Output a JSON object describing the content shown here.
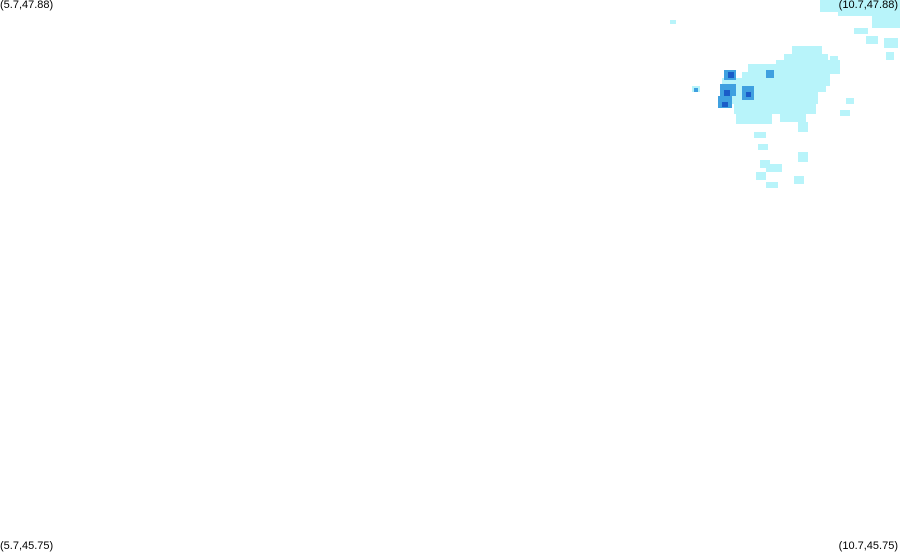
{
  "map": {
    "corners": {
      "top_left": "(5.7,47.88)",
      "top_right": "(10.7,47.88)",
      "bottom_left": "(5.7,45.75)",
      "bottom_right": "(10.7,45.75)"
    },
    "colors": {
      "background": "#ffffff",
      "precip_light": "#b8f4fa",
      "precip_moderate": "#3fa0e0",
      "precip_heavy": "#1a5cc8"
    }
  }
}
